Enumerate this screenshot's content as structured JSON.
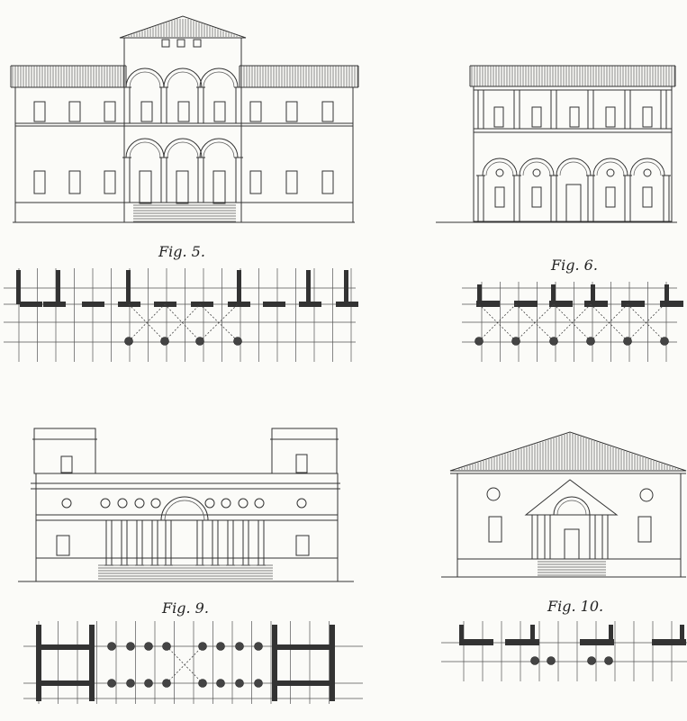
{
  "plate": {
    "figures": [
      {
        "id": "fig5",
        "caption": "Fig. 5."
      },
      {
        "id": "fig6",
        "caption": "Fig. 6."
      },
      {
        "id": "fig9",
        "caption": "Fig. 9."
      },
      {
        "id": "fig10",
        "caption": "Fig. 10."
      }
    ]
  }
}
